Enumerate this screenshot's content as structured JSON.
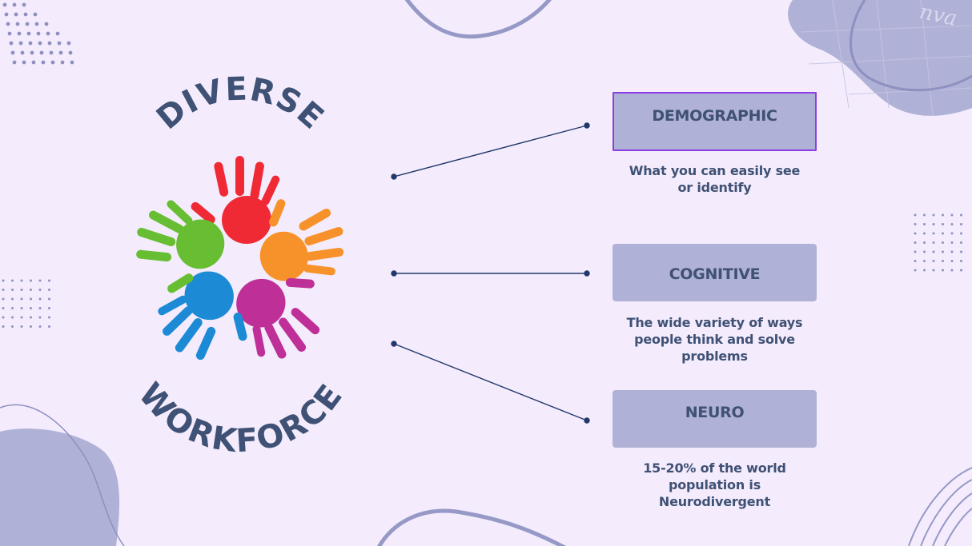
{
  "logo": {
    "top_word": "DIVERSE",
    "bottom_word": "WORKFORCE"
  },
  "categories": [
    {
      "title": "DEMOGRAPHIC",
      "description_lines": [
        "What you can easily see",
        "or identify"
      ]
    },
    {
      "title": "COGNITIVE",
      "description_lines": [
        "The wide variety of ways",
        "people think and solve",
        "problems"
      ]
    },
    {
      "title": "NEURO",
      "description_lines": [
        "15-20% of the world",
        "population is",
        "Neurodivergent"
      ]
    }
  ],
  "watermark": "nva",
  "colors": {
    "background": "#f4ecfd",
    "card": "#b0b1d6",
    "text": "#3f5174",
    "connector": "#22386a",
    "selection": "#8c3fe0",
    "hand_red": "#ef2a35",
    "hand_orange": "#f7922b",
    "hand_magenta": "#bf2f98",
    "hand_blue": "#1d8ad6",
    "hand_green": "#68be33"
  }
}
